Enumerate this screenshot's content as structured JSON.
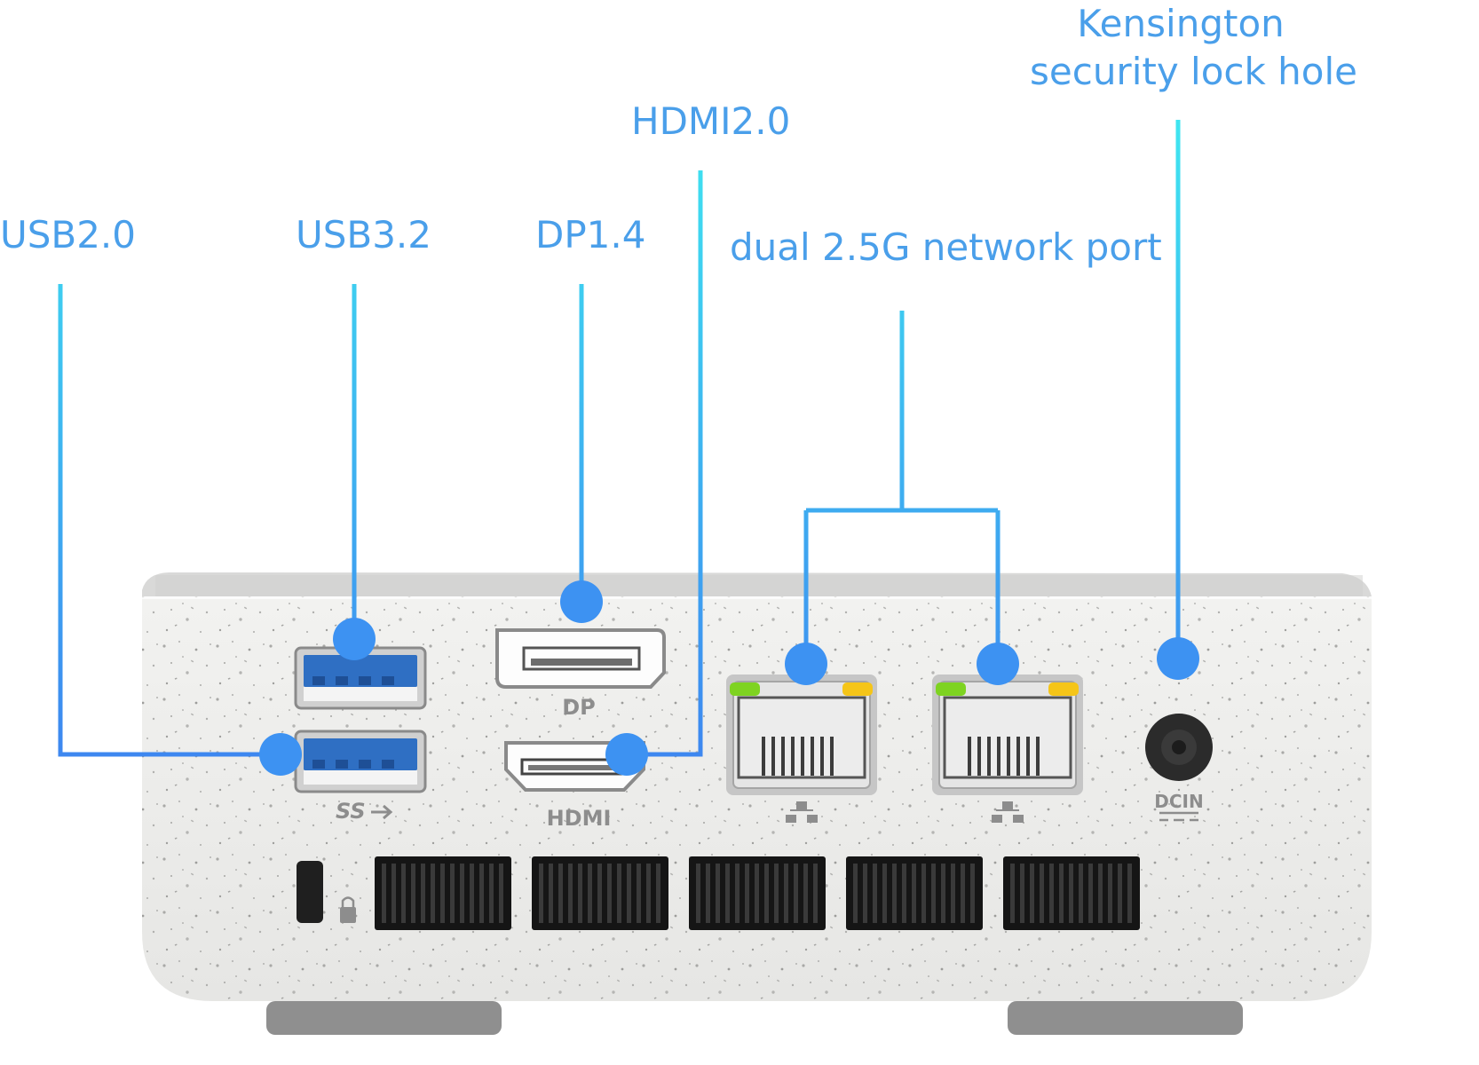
{
  "labels": {
    "usb2": "USB2.0",
    "usb3": "USB3.2",
    "dp": "DP1.4",
    "hdmi": "HDMI2.0",
    "network": "dual 2.5G network port",
    "kensington_line1": "Kensington",
    "kensington_line2": "security lock hole"
  },
  "device_markings": {
    "ss": "SS",
    "dp": "DP",
    "hdmi": "HDMI",
    "dcin": "DCIN"
  },
  "colors": {
    "callout_line_top": "#3fe1f0",
    "callout_line_bottom": "#3d8cf0",
    "callout_dot": "#3d92f2",
    "label_text": "#4a9fea",
    "device_body": "#ededeb",
    "usb_blue": "#2f6fc3",
    "led_green": "#7ed321",
    "led_yellow": "#f5c518"
  }
}
